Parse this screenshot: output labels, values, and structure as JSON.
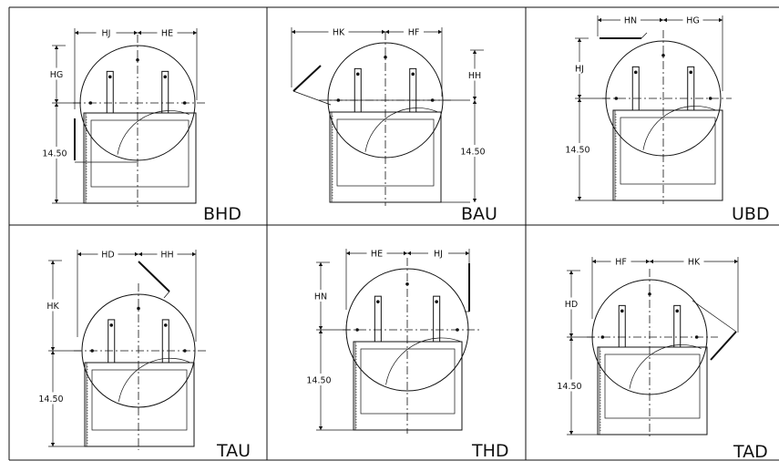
{
  "panels": [
    {
      "code": "BHD",
      "labels": {
        "top_left": "HJ",
        "top_right": "HE",
        "side_upper": "HG",
        "side_lower": "14.50"
      }
    },
    {
      "code": "BAU",
      "labels": {
        "top_left": "HK",
        "top_right": "HF",
        "side_upper": "HH",
        "side_lower": "14.50"
      }
    },
    {
      "code": "UBD",
      "labels": {
        "top_left": "HN",
        "top_right": "HG",
        "side_upper": "HJ",
        "side_lower": "14.50"
      }
    },
    {
      "code": "TAU",
      "labels": {
        "top_left": "HD",
        "top_right": "HH",
        "side_upper": "HK",
        "side_lower": "14.50"
      }
    },
    {
      "code": "THD",
      "labels": {
        "top_left": "HE",
        "top_right": "HJ",
        "side_upper": "HN",
        "side_lower": "14.50"
      }
    },
    {
      "code": "TAD",
      "labels": {
        "top_left": "HF",
        "top_right": "HK",
        "side_upper": "HD",
        "side_lower": "14.50"
      }
    }
  ],
  "colors": {
    "line": "#111111",
    "background": "#ffffff"
  }
}
